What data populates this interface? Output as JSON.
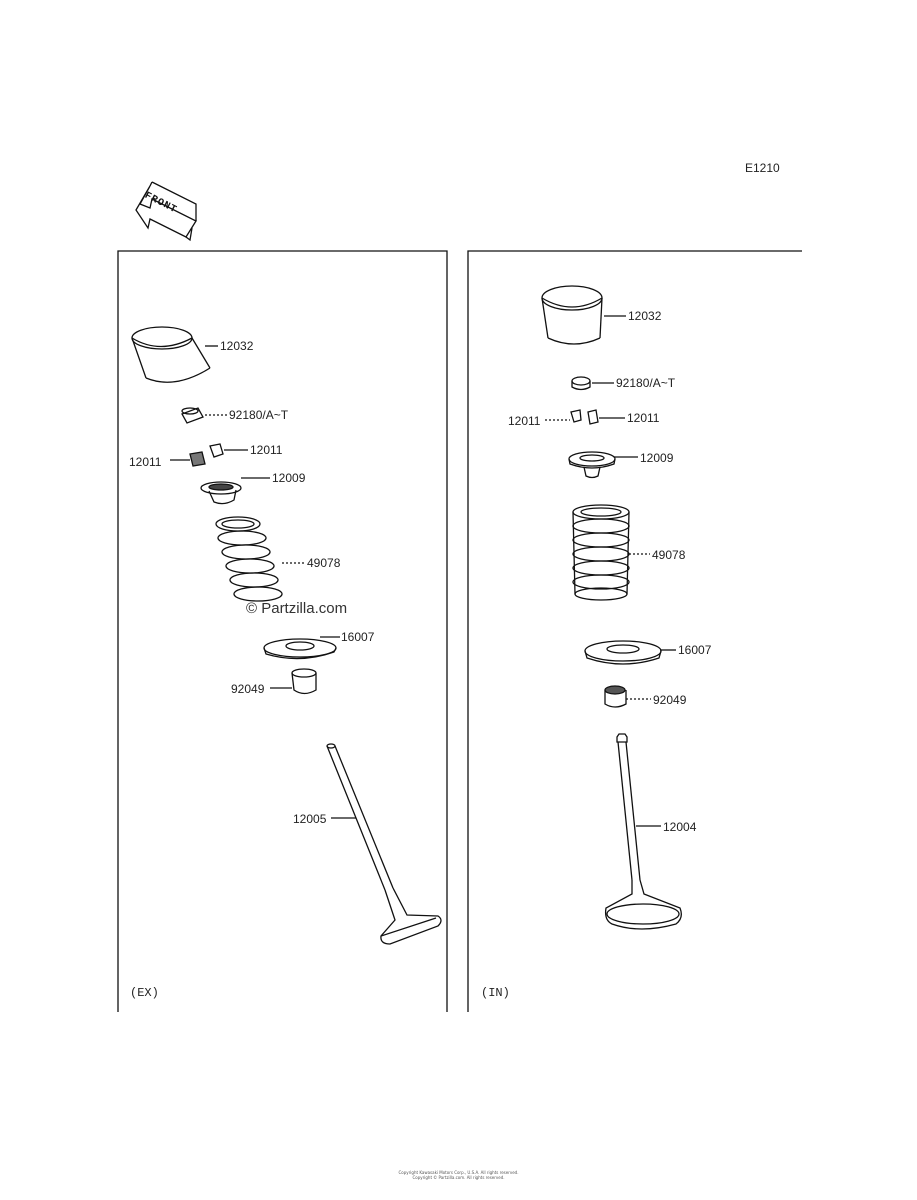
{
  "diagram_code": "E1210",
  "front_label": "FRONT",
  "watermark": "© Partzilla.com",
  "left_panel": {
    "label": "(EX)",
    "parts": {
      "p12032": "12032",
      "p92180": "92180/A~T",
      "p12011a": "12011",
      "p12011b": "12011",
      "p12009": "12009",
      "p49078": "49078",
      "p16007": "16007",
      "p92049": "92049",
      "p12005": "12005"
    }
  },
  "right_panel": {
    "label": "(IN)",
    "parts": {
      "p12032": "12032",
      "p92180": "92180/A~T",
      "p12011a": "12011",
      "p12011b": "12011",
      "p12009": "12009",
      "p49078": "49078",
      "p16007": "16007",
      "p92049": "92049",
      "p12004": "12004"
    }
  },
  "footer": {
    "line1": "Copyright Kawasaki Motors Corp., U.S.A. All rights reserved.",
    "line2": "Copyright © Partzilla.com. All rights reserved."
  }
}
